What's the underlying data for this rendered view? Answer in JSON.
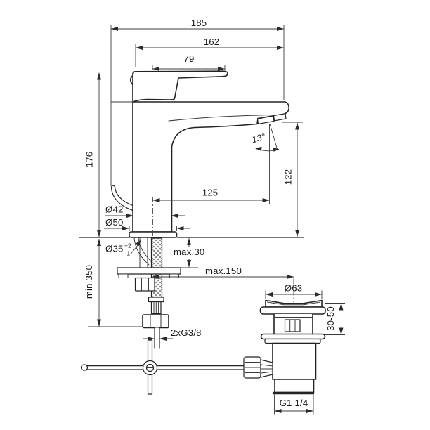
{
  "d": {
    "depth_total": "185",
    "depth_spout": "162",
    "handle_length": "79",
    "body_height": "176",
    "spout_angle": "13°",
    "outlet_height": "122",
    "spout_reach": "125",
    "dia_body": "Ø42",
    "dia_base": "Ø50",
    "dia_hole": "Ø35",
    "dia_hole_tol_plus": "+2",
    "dia_hole_tol_minus": "-1",
    "deck_thickness_max": "max.30",
    "clearance_min": "min.350",
    "waste_offset_max": "max.150",
    "supply_thread": "2xG3/8",
    "dia_waste_flange": "Ø63",
    "waste_height_range": "30-50",
    "waste_thread": "G1 1/4"
  }
}
